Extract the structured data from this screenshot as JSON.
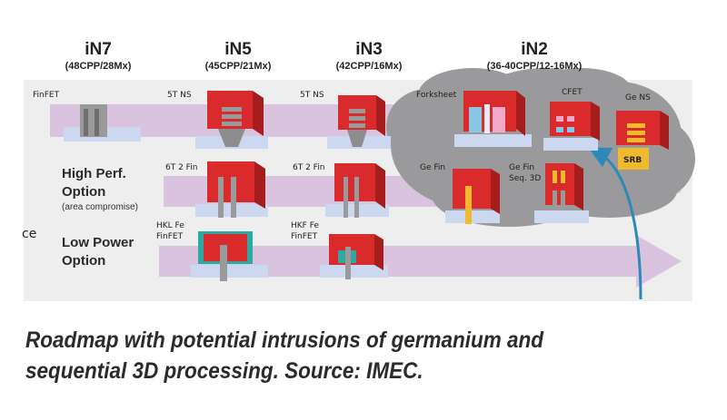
{
  "nodes": [
    {
      "name": "iN7",
      "sub": "(48CPP/28Mx)"
    },
    {
      "name": "iN5",
      "sub": "(45CPP/21Mx)"
    },
    {
      "name": "iN3",
      "sub": "(42CPP/16Mx)"
    },
    {
      "name": "iN2",
      "sub": "(36-40CPP/12-16Mx)"
    }
  ],
  "rows": {
    "high_perf": {
      "label_line1": "High Perf.",
      "label_line2": "Option",
      "note": "(area compromise)"
    },
    "low_power": {
      "label_line1": "Low Power",
      "label_line2": "Option"
    },
    "cut_fragment": "ce"
  },
  "device_labels": {
    "finfet": "FinFET",
    "ns_5t_a": "5T NS",
    "ns_5t_b": "5T NS",
    "forksheet": "Forksheet",
    "cfet": "CFET",
    "ge_ns": "Ge NS",
    "srb": "SRB",
    "fin_6t2_a": "6T 2 Fin",
    "fin_6t2_b": "6T 2 Fin",
    "ge_fin": "Ge Fin",
    "ge_fin_seq_l1": "Ge Fin",
    "ge_fin_seq_l2": "Seq. 3D",
    "hkl_l1": "HKL Fe",
    "hkl_l2": "FinFET",
    "hkf_l1": "HKF Fe",
    "hkf_l2": "FinFET"
  },
  "caption": "Roadmap with potential intrusions of germanium and sequential 3D processing. Source: IMEC.",
  "colors": {
    "arrow": "#d9c3df",
    "cloud": "#9a9a9c",
    "device_red": "#d92b2b",
    "base_blue": "#cbd8ef",
    "gate_gray": "#8d8d8d",
    "teal": "#2fa8a4",
    "curve_arrow": "#2c89b8",
    "srb_yellow": "#f1b92c"
  }
}
